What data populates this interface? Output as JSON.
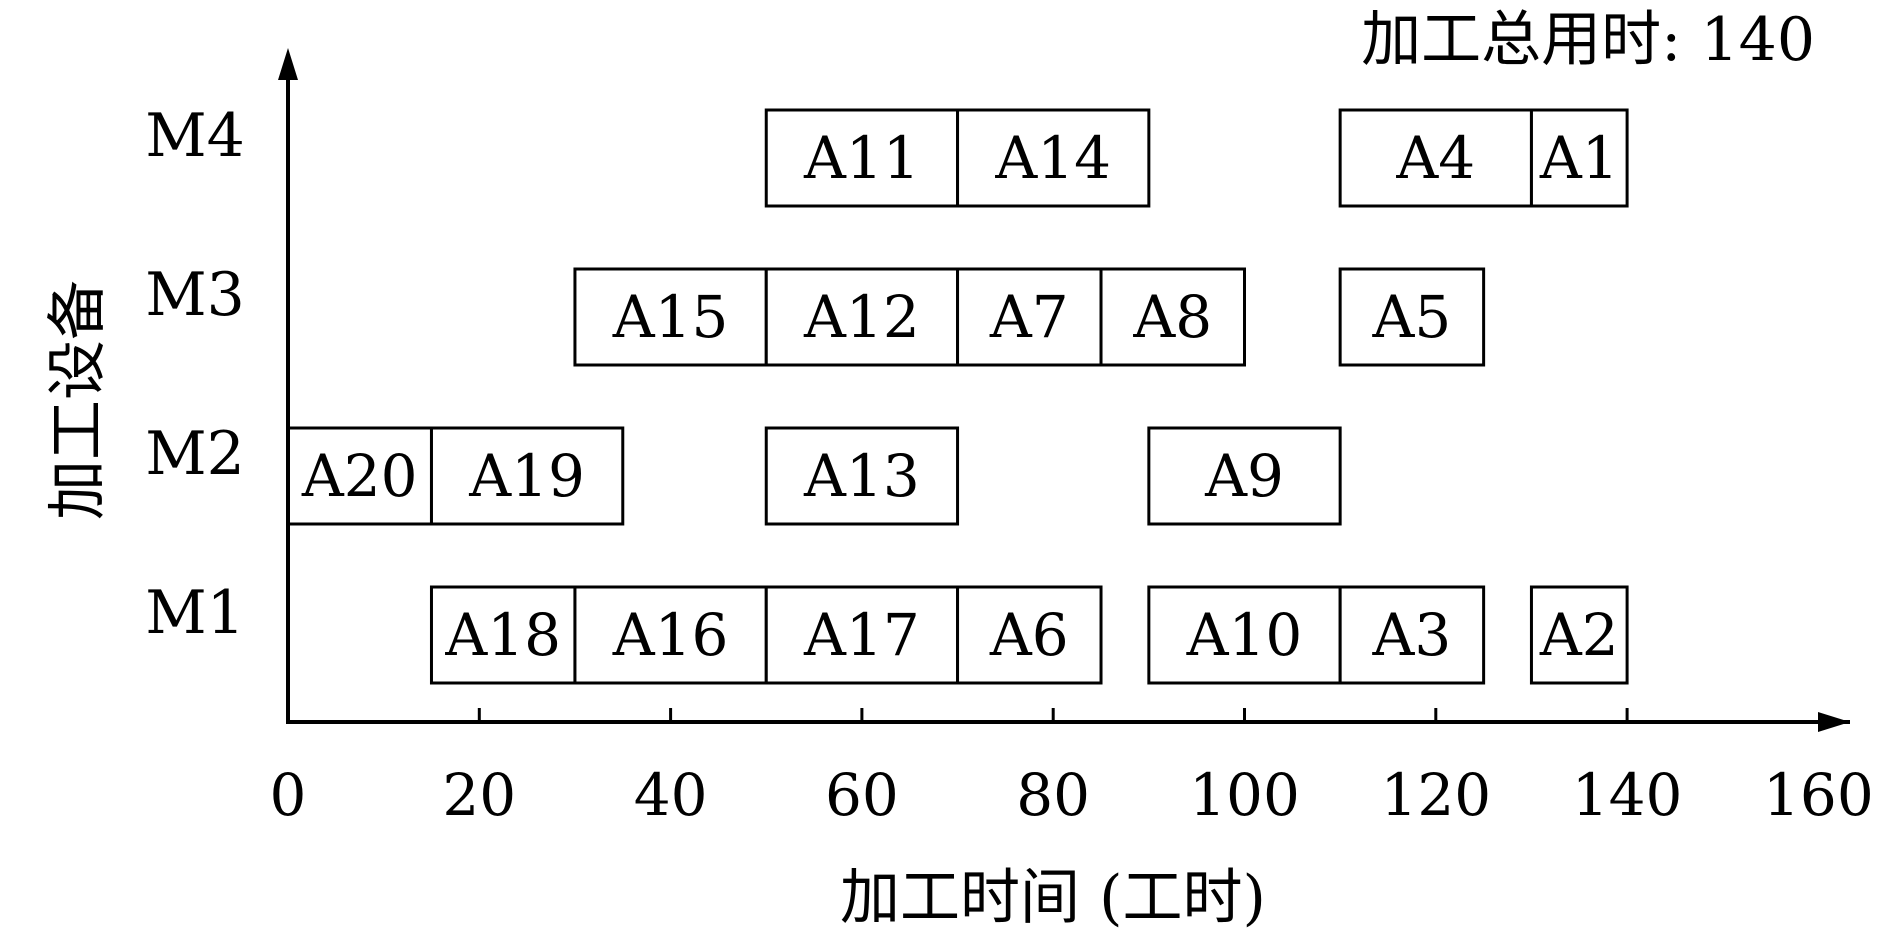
{
  "chart_data": {
    "type": "gantt",
    "title": "",
    "annotation": "加工总用时: 140",
    "xlabel": "加工时间 (工时)",
    "ylabel": "加工设备",
    "xlim": [
      0,
      160
    ],
    "xticks": [
      0,
      20,
      40,
      60,
      80,
      100,
      120,
      140,
      160
    ],
    "grid": false,
    "machines": [
      "M1",
      "M2",
      "M3",
      "M4"
    ],
    "tasks": [
      {
        "machine": "M1",
        "label": "A18",
        "start": 15,
        "end": 30
      },
      {
        "machine": "M1",
        "label": "A16",
        "start": 30,
        "end": 50
      },
      {
        "machine": "M1",
        "label": "A17",
        "start": 50,
        "end": 70
      },
      {
        "machine": "M1",
        "label": "A6",
        "start": 70,
        "end": 85
      },
      {
        "machine": "M1",
        "label": "A10",
        "start": 90,
        "end": 110
      },
      {
        "machine": "M1",
        "label": "A3",
        "start": 110,
        "end": 125
      },
      {
        "machine": "M1",
        "label": "A2",
        "start": 130,
        "end": 140
      },
      {
        "machine": "M2",
        "label": "A20",
        "start": 0,
        "end": 15
      },
      {
        "machine": "M2",
        "label": "A19",
        "start": 15,
        "end": 35
      },
      {
        "machine": "M2",
        "label": "A13",
        "start": 50,
        "end": 70
      },
      {
        "machine": "M2",
        "label": "A9",
        "start": 90,
        "end": 110
      },
      {
        "machine": "M3",
        "label": "A15",
        "start": 30,
        "end": 50
      },
      {
        "machine": "M3",
        "label": "A12",
        "start": 50,
        "end": 70
      },
      {
        "machine": "M3",
        "label": "A7",
        "start": 70,
        "end": 85
      },
      {
        "machine": "M3",
        "label": "A8",
        "start": 85,
        "end": 100
      },
      {
        "machine": "M3",
        "label": "A5",
        "start": 110,
        "end": 125
      },
      {
        "machine": "M4",
        "label": "A11",
        "start": 50,
        "end": 70
      },
      {
        "machine": "M4",
        "label": "A14",
        "start": 70,
        "end": 90
      },
      {
        "machine": "M4",
        "label": "A4",
        "start": 110,
        "end": 130
      },
      {
        "machine": "M4",
        "label": "A1",
        "start": 130,
        "end": 140
      }
    ]
  }
}
